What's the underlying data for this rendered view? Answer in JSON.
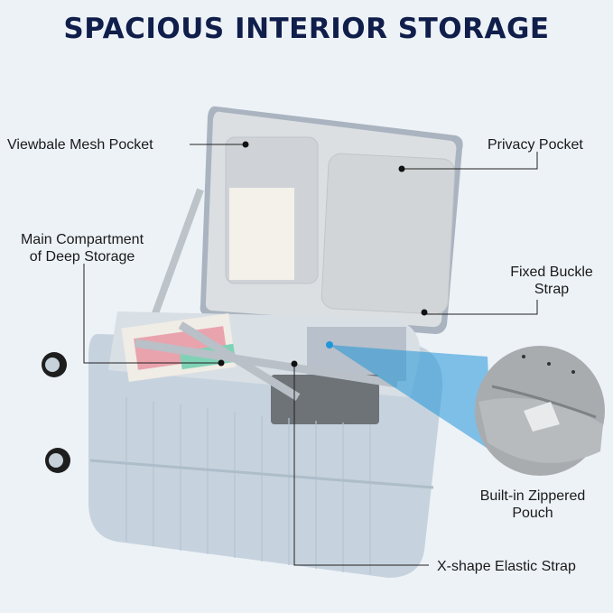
{
  "title": "SPACIOUS INTERIOR STORAGE",
  "callouts": {
    "mesh_pocket": "Viewbale Mesh Pocket",
    "privacy_pocket": "Privacy Pocket",
    "main_compartment_line1": "Main Compartment",
    "main_compartment_line2": "of Deep Storage",
    "buckle_strap_line1": "Fixed Buckle",
    "buckle_strap_line2": "Strap",
    "zipper_pouch_line1": "Built-in Zippered",
    "zipper_pouch_line2": "Pouch",
    "elastic_strap": "X-shape Elastic Strap"
  },
  "colors": {
    "background": "#edf2f7",
    "title": "#0f1e4a",
    "highlight": "#2196d9",
    "shell": "#c9d6e0",
    "lining": "#d9dcdf"
  }
}
